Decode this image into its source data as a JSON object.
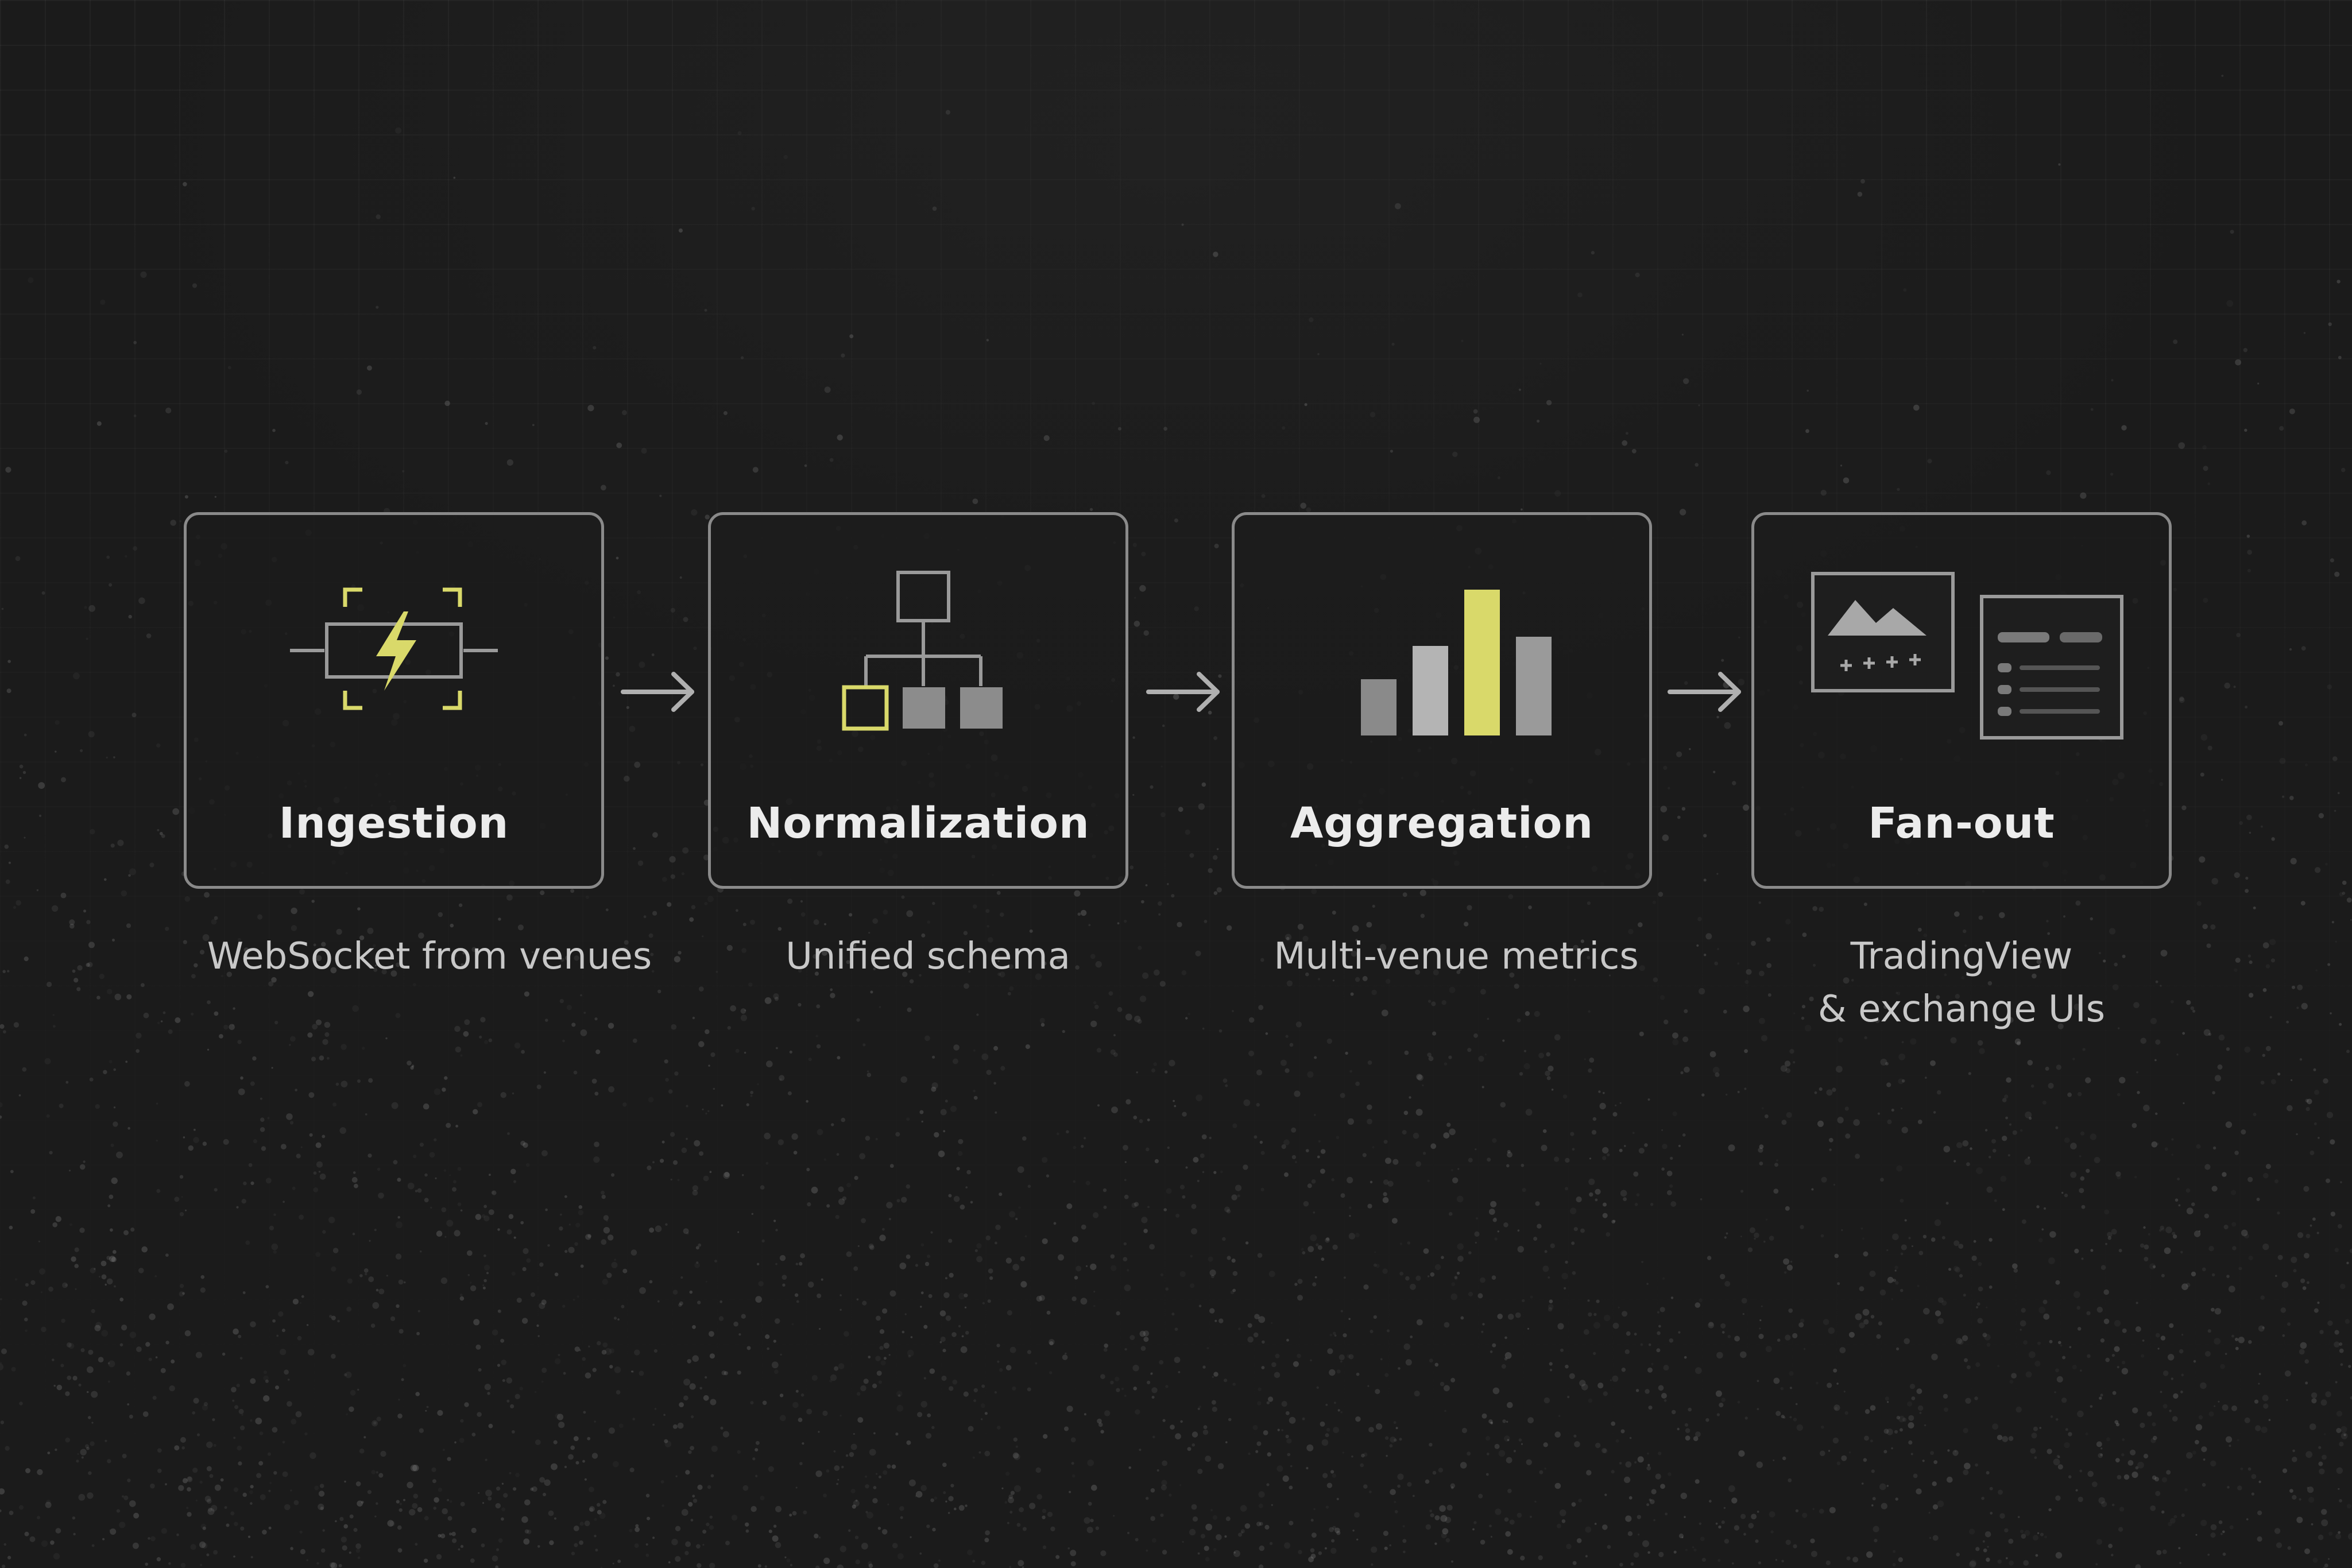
{
  "pipeline": {
    "stages": [
      {
        "title": "Ingestion",
        "caption": "WebSocket from venues",
        "icon": "lightning-bolt-icon"
      },
      {
        "title": "Normalization",
        "caption": "Unified schema",
        "icon": "hierarchy-icon"
      },
      {
        "title": "Aggregation",
        "caption": "Multi-venue metrics",
        "icon": "bar-chart-icon"
      },
      {
        "title": "Fan-out",
        "caption_line1": "TradingView",
        "caption_line2": "& exchange UIs",
        "icon": "dashboard-panels-icon"
      }
    ],
    "colors": {
      "accent": "#d9d96a",
      "card_border": "#8a8a8a",
      "icon_gray": "#9a9a9a",
      "text": "#ececec",
      "background": "#1b1b1b"
    }
  }
}
